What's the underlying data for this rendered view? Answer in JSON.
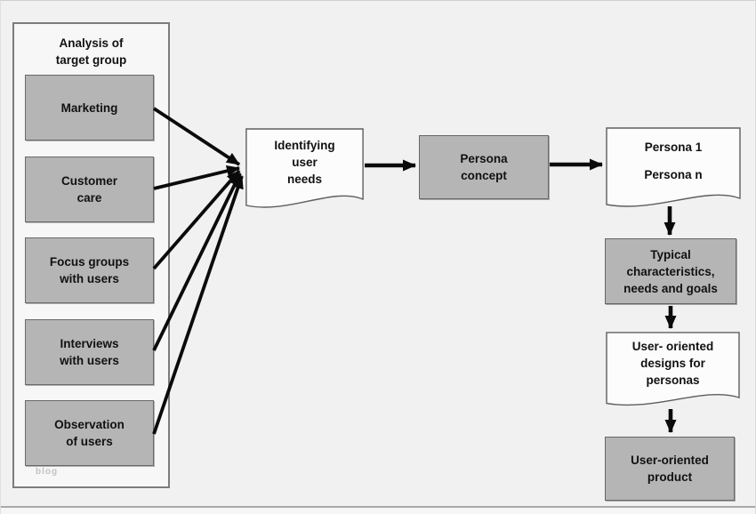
{
  "colors": {
    "page_bg": "#f1f1f1",
    "panel_bg": "#f7f7f7",
    "panel_border": "#7c7c7c",
    "process_fill": "#b5b5b5",
    "process_border": "#696969",
    "document_fill": "#fcfcfc",
    "document_border": "#5e5e5e",
    "arrow": "#0b0b0b",
    "text": "#111111",
    "watermark_color": "#c3c3c3",
    "bottom_rule": "#a9a9a9"
  },
  "analysis_panel": {
    "title": "Analysis of\ntarget group",
    "watermark": "blog",
    "items": [
      {
        "label": "Marketing"
      },
      {
        "label": "Customer\ncare"
      },
      {
        "label": "Focus groups\nwith users"
      },
      {
        "label": "Interviews\nwith users"
      },
      {
        "label": "Observation\nof users"
      }
    ]
  },
  "flow": {
    "identifying_needs": {
      "shape": "document",
      "label": "Identifying\nuser\nneeds"
    },
    "persona_concept": {
      "shape": "process",
      "label": "Persona\nconcept"
    },
    "personas": {
      "shape": "document",
      "line1": "Persona 1",
      "line2": "Persona n"
    },
    "typical_characteristics": {
      "shape": "process",
      "label": "Typical\ncharacteristics,\nneeds and goals"
    },
    "user_oriented_designs": {
      "shape": "document",
      "label": "User- oriented\ndesigns for\npersonas"
    },
    "user_oriented_product": {
      "shape": "process",
      "label": "User-oriented\nproduct"
    }
  }
}
